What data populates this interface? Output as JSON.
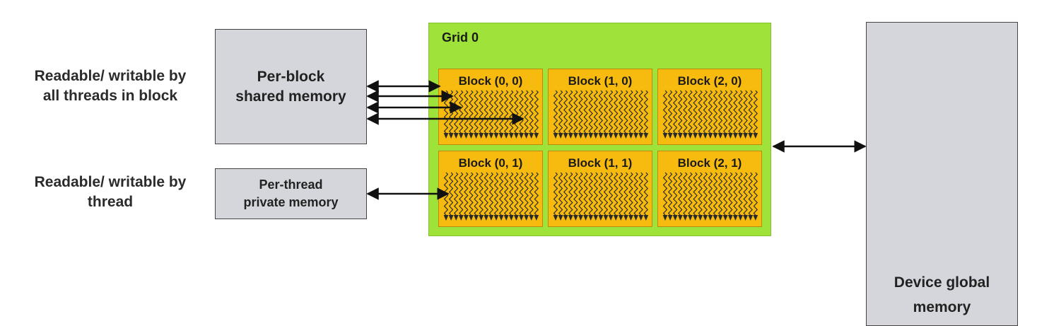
{
  "labels": {
    "block_scope": [
      "Readable/ writable by",
      "all threads in block"
    ],
    "thread_scope": [
      "Readable/ writable by",
      "thread"
    ]
  },
  "shared_memory": {
    "lines": [
      "Per-block",
      "shared memory"
    ]
  },
  "private_memory": {
    "lines": [
      "Per-thread",
      "private memory"
    ]
  },
  "global_memory": {
    "lines": [
      "Device global",
      "memory"
    ]
  },
  "grid": {
    "title": "Grid 0",
    "blocks": [
      {
        "label": "Block (0, 0)"
      },
      {
        "label": "Block (1, 0)"
      },
      {
        "label": "Block (2, 0)"
      },
      {
        "label": "Block (0, 1)"
      },
      {
        "label": "Block (1, 1)"
      },
      {
        "label": "Block (2, 1)"
      }
    ]
  },
  "colors": {
    "grid": "#9ee23a",
    "block": "#f7ba0f",
    "memory": "#d4d6db",
    "thread": "#2a2a2a"
  }
}
